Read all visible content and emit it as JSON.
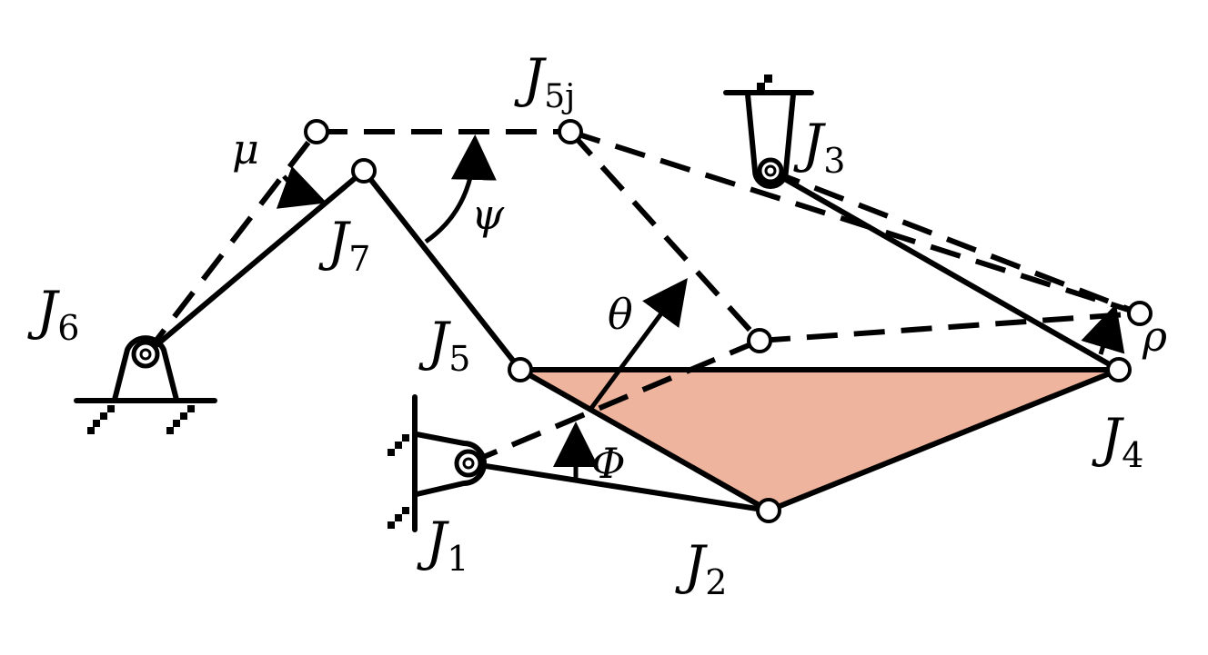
{
  "colors": {
    "coupler_fill": "#efb49d",
    "line": "#000000",
    "background": "#ffffff"
  },
  "joints": {
    "j1": {
      "main": "J",
      "sub": "1"
    },
    "j2": {
      "main": "J",
      "sub": "2"
    },
    "j3": {
      "main": "J",
      "sub": "3"
    },
    "j4": {
      "main": "J",
      "sub": "4"
    },
    "j5": {
      "main": "J",
      "sub": "5"
    },
    "j5j": {
      "main": "J",
      "sub": "5j"
    },
    "j6": {
      "main": "J",
      "sub": "6"
    },
    "j7": {
      "main": "J",
      "sub": "7"
    }
  },
  "angles": {
    "mu": "μ",
    "psi": "ψ",
    "theta": "θ",
    "phi": "Φ",
    "rho": "ρ"
  }
}
